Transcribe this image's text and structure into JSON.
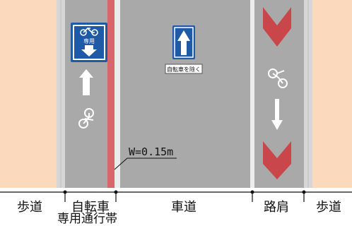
{
  "diagram": {
    "width_note": "W=0.15m",
    "sign_exception_text": "自転車を除く",
    "bike_only_sign_text": "専用",
    "sections": [
      {
        "label": "歩道"
      },
      {
        "label": "自転車",
        "label2": "専用通行帯"
      },
      {
        "label": "車道"
      },
      {
        "label": "路肩"
      },
      {
        "label": "歩道"
      }
    ],
    "colors": {
      "sidewalk": "#fbd9bd",
      "road": "#a9a9a9",
      "bike_lane_line": "#d9666a",
      "shoulder_chevron": "#c9474b",
      "sign_blue": "#1f5aa6"
    }
  }
}
